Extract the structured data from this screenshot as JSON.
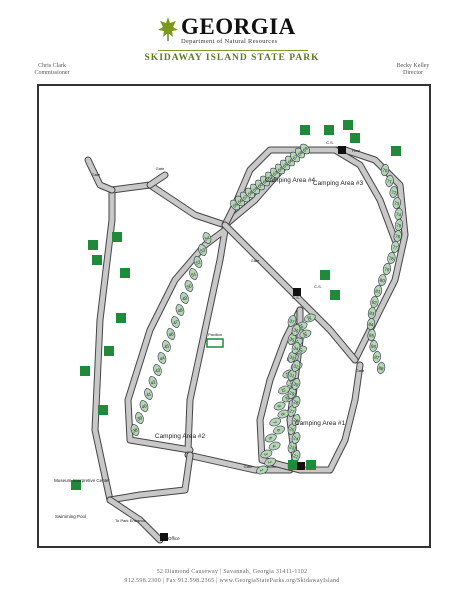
{
  "header": {
    "agency_name": "GEORGIA",
    "agency_sub": "Department of Natural Resources",
    "park_name": "SKIDAWAY ISLAND STATE PARK",
    "left_person_name": "Chris Clark",
    "left_person_title": "Commissioner",
    "right_person_name": "Becky Kelley",
    "right_person_title": "Director"
  },
  "map": {
    "areas": [
      {
        "name": "Camping Area #1"
      },
      {
        "name": "Camping Area #2"
      },
      {
        "name": "Camping Area #3"
      },
      {
        "name": "Camping Area #4"
      }
    ],
    "labels": {
      "museum": "Museum Interpretive Center",
      "pool": "Swimming Pool",
      "office": "Office",
      "to_office": "To Park Entrance",
      "gate": "Gate",
      "gate2": "Gate",
      "gate3": "Gate",
      "gate4": "Gate",
      "gate5": "Gate",
      "host": "Host",
      "cs": "C.S.",
      "cs2": "C.S.",
      "cs3": "C.S.",
      "pavilion": "Pavilion"
    },
    "sites_area1": [
      "1",
      "2",
      "3",
      "4",
      "5",
      "6",
      "7",
      "8",
      "9",
      "10",
      "11",
      "12",
      "13",
      "14",
      "15",
      "16",
      "17",
      "18",
      "19",
      "20",
      "21",
      "22",
      "23",
      "24",
      "25",
      "26",
      "27",
      "28",
      "29",
      "30",
      "31",
      "32",
      "33",
      "34",
      "35",
      "36",
      "37"
    ],
    "sites_area2": [
      "38",
      "39",
      "40",
      "41",
      "42",
      "43",
      "44",
      "45",
      "46",
      "47",
      "48",
      "49",
      "50",
      "51",
      "52",
      "53",
      "54"
    ],
    "sites_area3": [
      "70",
      "71",
      "72",
      "73",
      "74",
      "75",
      "76",
      "77",
      "78",
      "79",
      "80",
      "81",
      "82",
      "83",
      "84",
      "85",
      "86",
      "87",
      "88"
    ],
    "sites_area4": [
      "55",
      "56",
      "57",
      "58",
      "59",
      "60",
      "61",
      "62",
      "63",
      "64",
      "65",
      "66",
      "67",
      "68",
      "69"
    ],
    "colors": {
      "road": "#c8c8c8",
      "road_edge": "#444",
      "site": "#b5d6b2",
      "icon": "#1f8a3a"
    }
  },
  "footer": {
    "line1": "52 Diamond Causeway | Savannah, Georgia 31411-1102",
    "line2": "912.598.2300 | Fax 912.598.2365 | www.GeorgiaStateParks.org/SkidawayIsland"
  }
}
